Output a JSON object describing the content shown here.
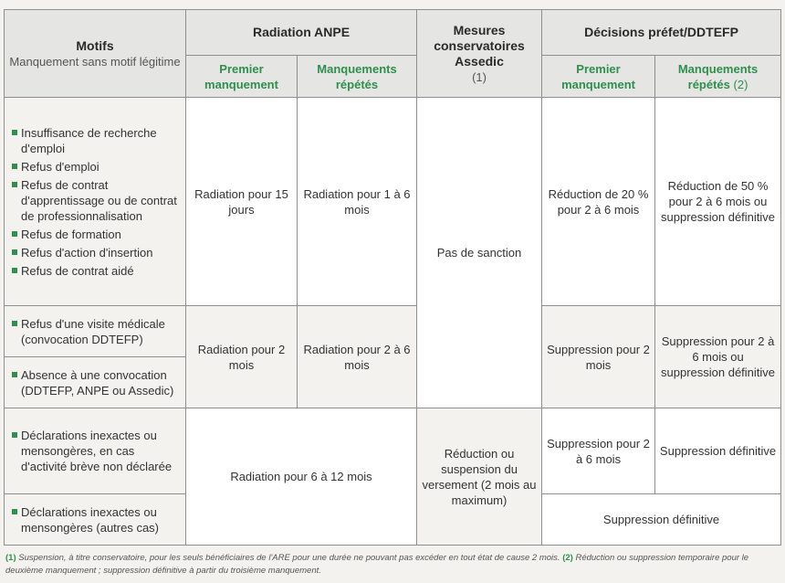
{
  "headers": {
    "motifs_title": "Motifs",
    "motifs_subtitle": "Manquement sans motif légitime",
    "radiation_title": "Radiation ANPE",
    "mesures_title": "Mesures conservatoires Assedic",
    "mesures_note": "(1)",
    "decisions_title": "Décisions préfet/DDTEFP",
    "premier": "Premier manquement",
    "repetes": "Manquements répétés",
    "repetes_note": "(2)"
  },
  "groups": {
    "g1": [
      "Insuffisance de recherche d'emploi",
      "Refus d'emploi",
      "Refus de contrat d'apprentissage ou de contrat de professionnalisation",
      "Refus de formation",
      "Refus d'action d'insertion",
      "Refus de contrat aidé"
    ],
    "g2a": "Refus d'une visite médicale (convocation DDTEFP)",
    "g2b": "Absence à une convocation (DDTEFP, ANPE ou Assedic)",
    "g3": "Déclarations inexactes ou mensongères, en cas d'activité brève non déclarée",
    "g4": "Déclarations inexactes ou mensongères (autres cas)"
  },
  "cells": {
    "rad1_premier": "Radiation pour 15 jours",
    "rad1_repetes": "Radiation pour 1 à 6 mois",
    "mes1": "Pas de sanction",
    "dec1_premier": "Réduction de 20 % pour 2 à 6 mois",
    "dec1_repetes": "Réduction de 50 % pour 2 à 6 mois ou suppression définitive",
    "rad2_premier": "Radiation pour 2 mois",
    "rad2_repetes": "Radiation pour 2 à 6 mois",
    "dec2_premier": "Suppression pour 2 mois",
    "dec2_repetes": "Suppression pour 2 à 6 mois ou suppression définitive",
    "rad3": "Radiation pour 6 à 12 mois",
    "mes3": "Réduction ou suspension du versement (2 mois au maximum)",
    "dec3_premier": "Suppression pour 2 à 6 mois",
    "dec3_repetes": "Suppression définitive",
    "dec4": "Suppression définitive"
  },
  "footnote": {
    "n1": "(1)",
    "t1": "Suspension, à titre conservatoire, pour les seuls bénéficiaires de l'ARE pour une durée ne pouvant pas excéder en tout état de cause 2 mois.",
    "n2": "(2)",
    "t2": "Réduction ou suppression temporaire pour le deuxième manquement ; suppression définitive à partir du troisième manquement."
  }
}
